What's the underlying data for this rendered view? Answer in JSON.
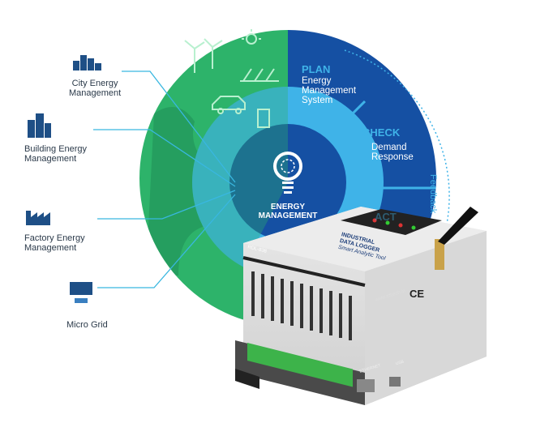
{
  "colors": {
    "green": "#2db36a",
    "blue_dark": "#1550a3",
    "blue_light": "#3fb3e8",
    "line": "#39b7e0"
  },
  "left_items": [
    {
      "label": "City Energy Management",
      "line1": "City Energy",
      "line2": "Management",
      "icon": "city-icon"
    },
    {
      "label": "Building Energy Management",
      "line1": "Building Energy",
      "line2": "Management",
      "icon": "building-icon"
    },
    {
      "label": "Factory Energy Management",
      "line1": "Factory Energy",
      "line2": "Management",
      "icon": "factory-icon"
    },
    {
      "label": "Micro Grid",
      "line1": "Micro Grid",
      "line2": "",
      "icon": "solar-panel-icon"
    }
  ],
  "cycle": {
    "plan": {
      "title": "PLAN",
      "l1": "Energy",
      "l2": "Management",
      "l3": "System"
    },
    "check": {
      "title": "CHECK",
      "l1": "Demand",
      "l2": "Response"
    },
    "act": {
      "title": "ACT"
    },
    "feedback": "Feedback",
    "center_l1": "ENERGY",
    "center_l2": "MANAGEMENT"
  },
  "device": {
    "brand_l1": "INDUSTRIAL",
    "brand_l2": "DATA LOGGER",
    "tagline": "Smart Analytic Tool",
    "model": "RDL-838",
    "website": "www.rdltech.in",
    "ce": "CE",
    "ports": [
      "ETHERNET",
      "USB"
    ]
  }
}
